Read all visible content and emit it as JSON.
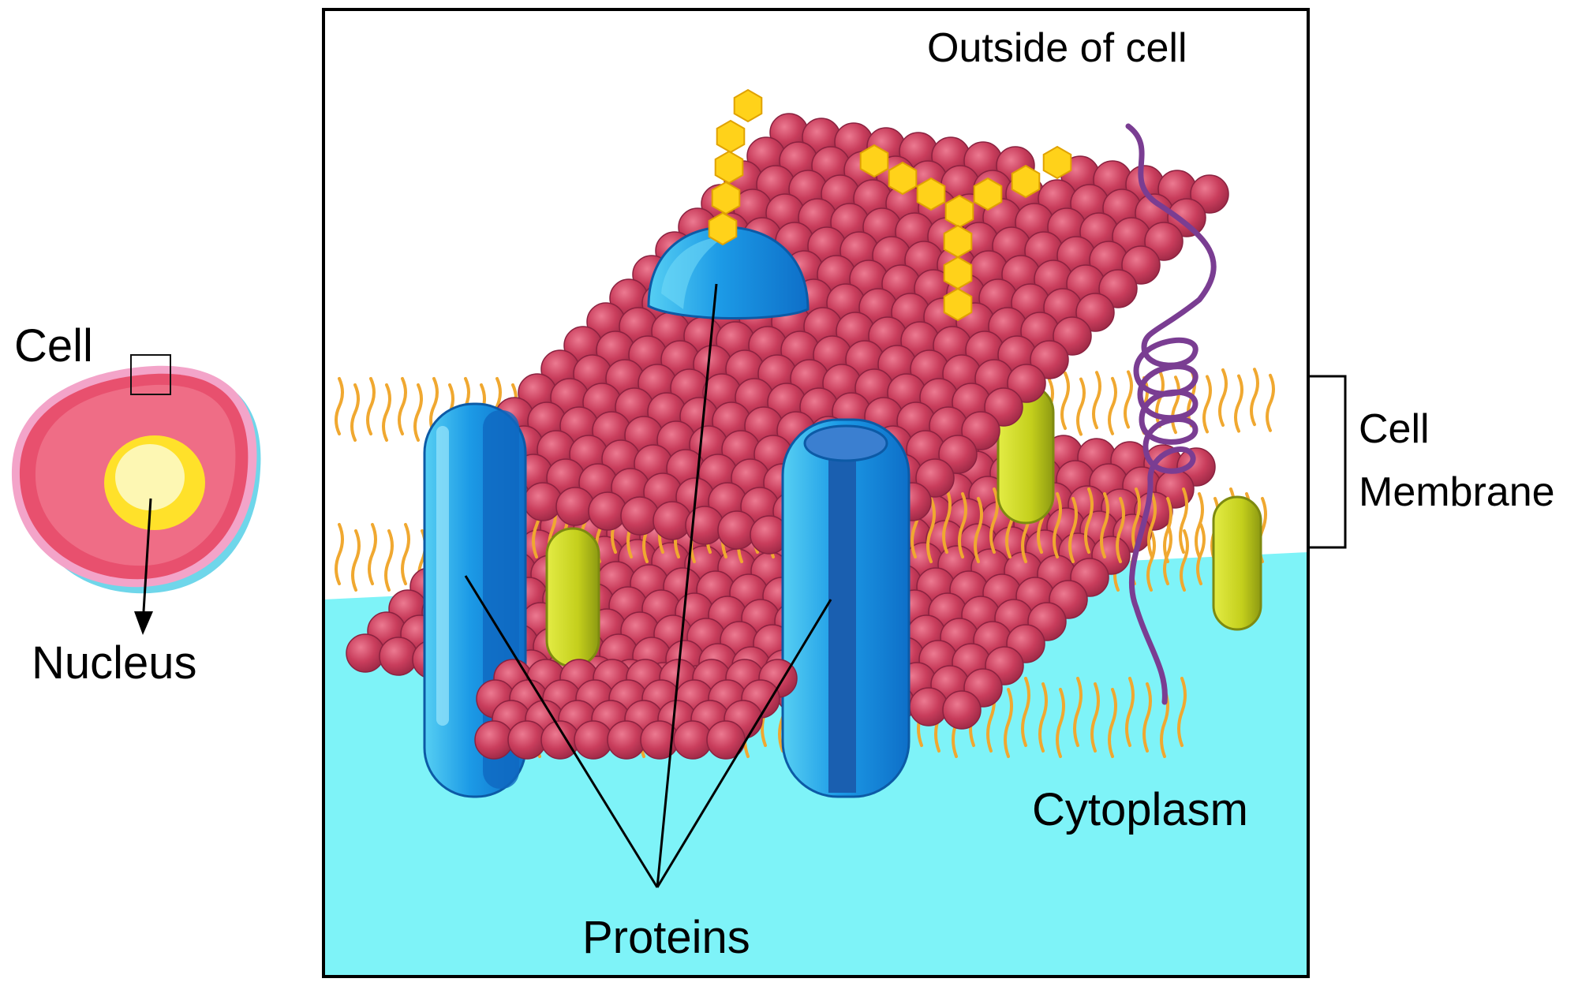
{
  "labels": {
    "cell": "Cell",
    "nucleus": "Nucleus",
    "outside": "Outside of cell",
    "membrane_line1": "Cell",
    "membrane_line2": "Membrane",
    "cytoplasm": "Cytoplasm",
    "proteins": "Proteins"
  },
  "colors": {
    "phospholipid_head": "#c23a58",
    "phospholipid_head_highlight": "#e06b83",
    "lipid_tail": "#f0a830",
    "cytoplasm": "#7ef3f8",
    "protein_blue": "#1a8fe0",
    "protein_blue_light": "#3ec4f0",
    "cholesterol": "#c8d21e",
    "glycan": "#ffd21a",
    "helix_protein": "#8a4aa0",
    "cell_outer": "#e8506e",
    "nucleus": "#ffe12a"
  }
}
